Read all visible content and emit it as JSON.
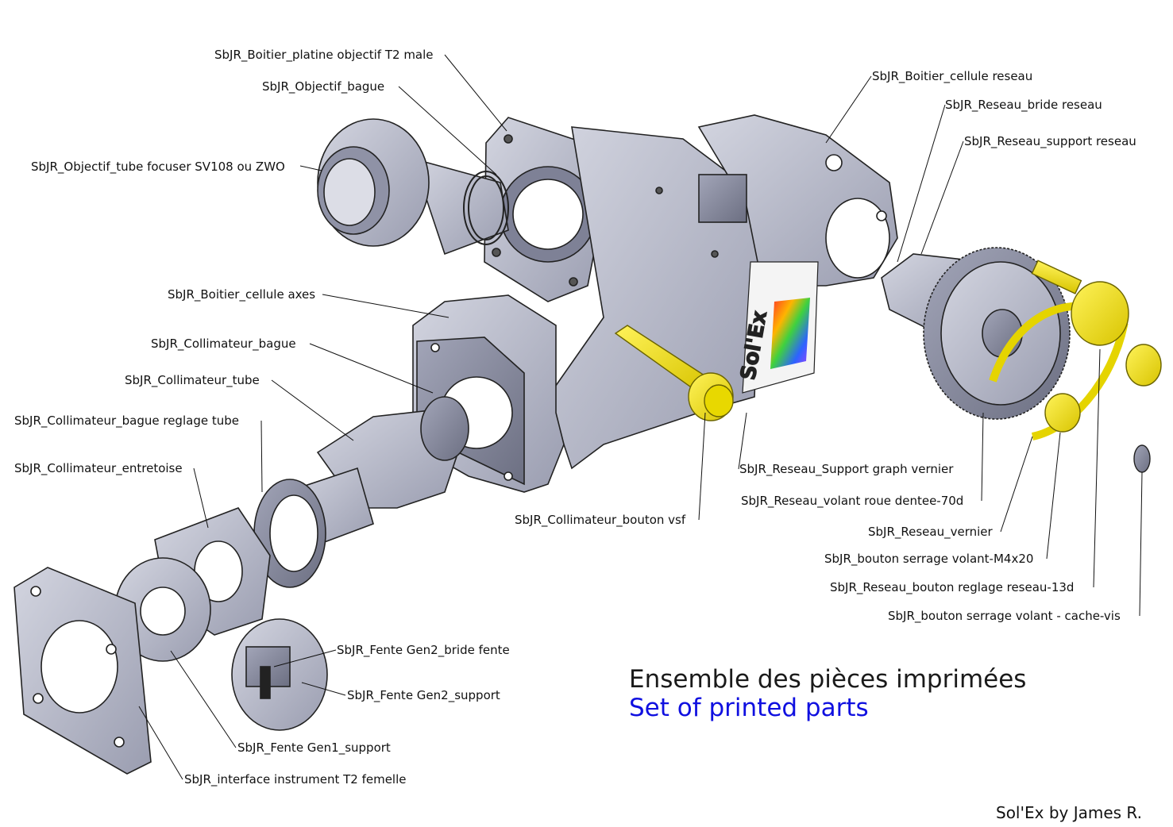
{
  "labels": {
    "boitier_platine_objectif": "SbJR_Boitier_platine objectif T2 male",
    "objectif_bague": "SbJR_Objectif_bague",
    "objectif_tube": "SbJR_Objectif_tube focuser SV108 ou ZWO",
    "boitier_cellule_axes": "SbJR_Boitier_cellule axes",
    "collimateur_bague": "SbJR_Collimateur_bague",
    "collimateur_tube": "SbJR_Collimateur_tube",
    "collimateur_bague_reglage": "SbJR_Collimateur_bague reglage tube",
    "collimateur_entretoise": "SbJR_Collimateur_entretoise",
    "fente_gen2_bride": "SbJR_Fente Gen2_bride fente",
    "fente_gen2_support": "SbJR_Fente Gen2_support",
    "fente_gen1_support": "SbJR_Fente Gen1_support",
    "interface_t2": "SbJR_interface instrument T2 femelle",
    "collimateur_bouton": "SbJR_Collimateur_bouton vsf",
    "boitier_cellule_reseau": "SbJR_Boitier_cellule reseau",
    "reseau_bride": "SbJR_Reseau_bride reseau",
    "reseau_support": "SbJR_Reseau_support reseau",
    "reseau_support_graph": "SbJR_Reseau_Support graph vernier",
    "reseau_volant": "SbJR_Reseau_volant roue dentee-70d",
    "reseau_vernier": "SbJR_Reseau_vernier",
    "bouton_serrage": "SbJR_bouton serrage volant-M4x20",
    "reseau_bouton_reglage": "SbJR_Reseau_bouton reglage reseau-13d",
    "bouton_cache_vis": "SbJR_bouton serrage volant - cache-vis"
  },
  "title_fr": "Ensemble des pièces imprimées",
  "title_en": "Set of printed parts",
  "credit": "Sol'Ex by James R.",
  "colors": {
    "part_body": "#b9bccc",
    "part_dark": "#8a8ea3",
    "yellow_part": "#f2e600",
    "title_en": "#1010e0"
  }
}
